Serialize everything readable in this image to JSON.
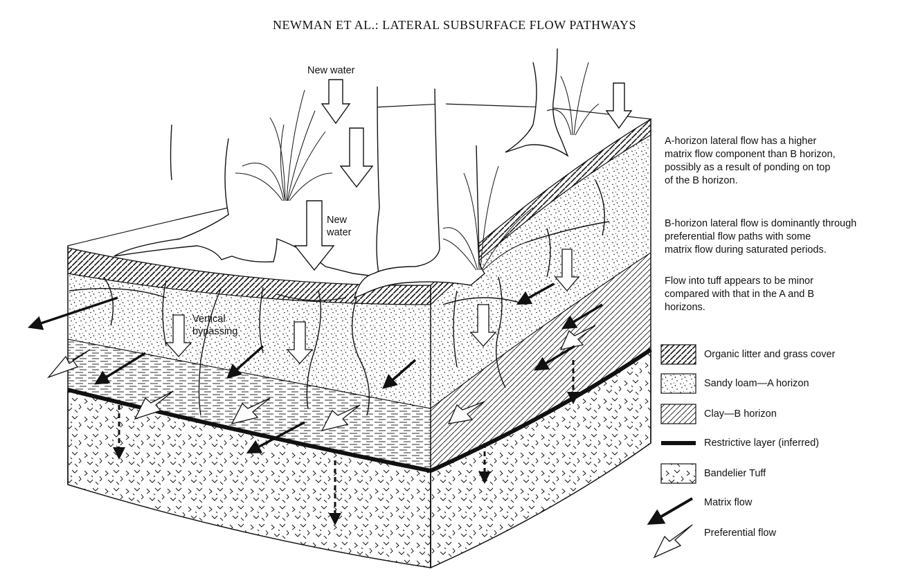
{
  "page_title": "NEWMAN ET AL.: LATERAL SUBSURFACE FLOW PATHWAYS",
  "labels": {
    "new_water_top": "New water",
    "new_water_mid": "New\nwater",
    "vertical_bypassing": "Vertical\nbypassing"
  },
  "notes": [
    "A-horizon lateral flow has a higher\nmatrix flow component than B horizon,\npossibly as a result of ponding on top\nof the B horizon.",
    "B-horizon lateral flow is dominantly through\npreferential flow paths with some\nmatrix flow during saturated periods.",
    "Flow into tuff appears to be minor\ncompared with that in the A and B\nhorizons."
  ],
  "legend": [
    {
      "label": "Organic litter and grass cover",
      "icon": "organic-litter-swatch"
    },
    {
      "label": "Sandy loam—A horizon",
      "icon": "sandy-loam-swatch"
    },
    {
      "label": "Clay—B horizon",
      "icon": "clay-swatch"
    },
    {
      "label": "Restrictive layer (inferred)",
      "icon": "restrictive-layer-line"
    },
    {
      "label": "Bandelier Tuff",
      "icon": "tuff-swatch"
    },
    {
      "label": "Matrix flow",
      "icon": "matrix-flow-arrow"
    },
    {
      "label": "Preferential flow",
      "icon": "preferential-flow-arrow"
    }
  ],
  "colors": {
    "ink": "#111111",
    "paper": "#ffffff",
    "litter": "#555555"
  }
}
